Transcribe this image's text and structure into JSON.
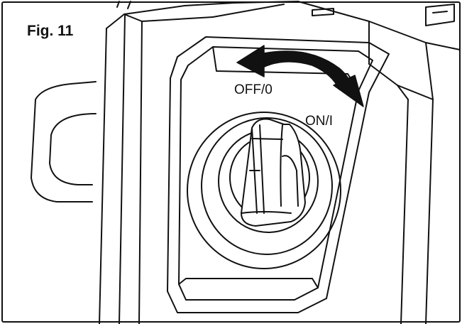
{
  "figure": {
    "label": "Fig. 11"
  },
  "switch": {
    "off_label": "OFF/0",
    "on_label": "ON/I"
  },
  "colors": {
    "line": "#111111",
    "background": "#ffffff",
    "arrow_fill": "#111111"
  }
}
